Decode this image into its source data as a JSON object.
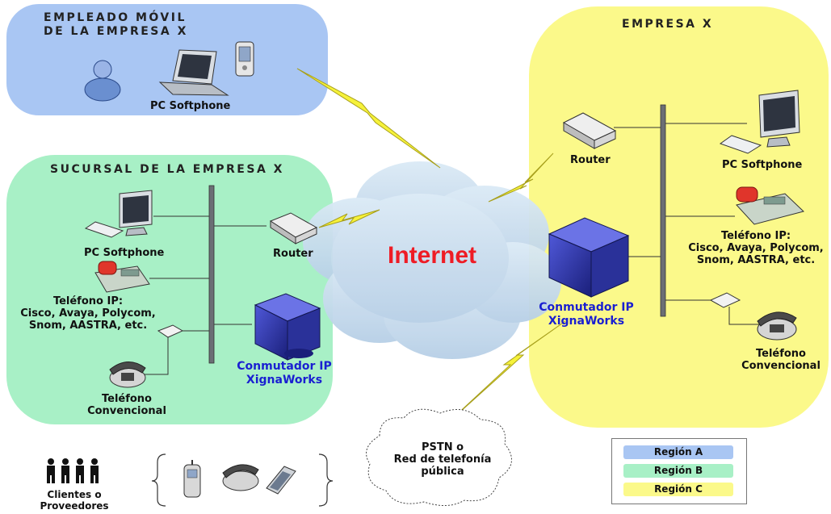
{
  "regions": {
    "mobile_title": [
      "EMPLEADO MÓVIL",
      "DE LA EMPRESA X"
    ],
    "branch_title": "SUCURSAL DE LA EMPRESA X",
    "company_title": "EMPRESA X"
  },
  "mobile": {
    "pc_label": "PC Softphone"
  },
  "branch": {
    "pc_label": "PC Softphone",
    "ip_phone_label": [
      "Teléfono IP:",
      "Cisco, Avaya, Polycom,",
      "Snom, AASTRA, etc."
    ],
    "conventional_phone_label": [
      "Teléfono",
      "Convencional"
    ],
    "router_label": "Router",
    "switch_label": [
      "Conmutador IP",
      "XignaWorks"
    ]
  },
  "company": {
    "router_label": "Router",
    "pc_label": "PC Softphone",
    "ip_phone_label": [
      "Teléfono IP:",
      "Cisco, Avaya, Polycom,",
      "Snom, AASTRA, etc."
    ],
    "conventional_phone_label": [
      "Teléfono",
      "Convencional"
    ],
    "switch_label": [
      "Conmutador IP",
      "XignaWorks"
    ]
  },
  "internet_label": "Internet",
  "pstn_label": [
    "PSTN o",
    "Red de telefonía",
    "pública"
  ],
  "clients_label": [
    "Clientes o",
    "Proveedores"
  ],
  "legend": [
    {
      "label": "Región A",
      "color": "#a9c6f3"
    },
    {
      "label": "Región B",
      "color": "#a8f0c6"
    },
    {
      "label": "Región C",
      "color": "#fbf98a"
    }
  ],
  "colors": {
    "region_a": "#a9c6f3",
    "region_b": "#a8f0c6",
    "region_c": "#fbf98a",
    "internet_text": "#ee1c25",
    "switch_text": "#1a1fd1",
    "lightning": "#f6f23a"
  }
}
